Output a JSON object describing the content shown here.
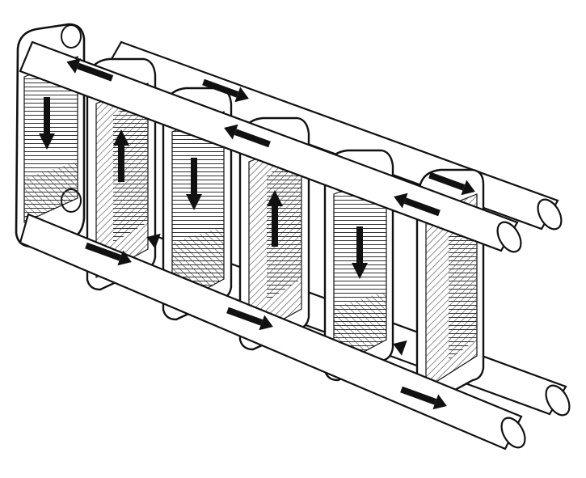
{
  "diagram": {
    "subject": "plate-heat-exchanger",
    "colors": {
      "ink": "#111111",
      "paper": "#ffffff",
      "hatch": "#333333",
      "arrow": "#111111"
    },
    "plates": [
      {
        "id": "plate-1",
        "flow": "down"
      },
      {
        "id": "plate-2",
        "flow": "up"
      },
      {
        "id": "plate-3",
        "flow": "down"
      },
      {
        "id": "plate-4",
        "flow": "up"
      },
      {
        "id": "plate-5",
        "flow": "down"
      },
      {
        "id": "plate-6",
        "flow": "none"
      }
    ],
    "ports": [
      "upper-rear",
      "upper-front",
      "lower-rear",
      "lower-front"
    ],
    "icons": [
      "flow-arrow-icon",
      "port-pipe-icon"
    ]
  }
}
